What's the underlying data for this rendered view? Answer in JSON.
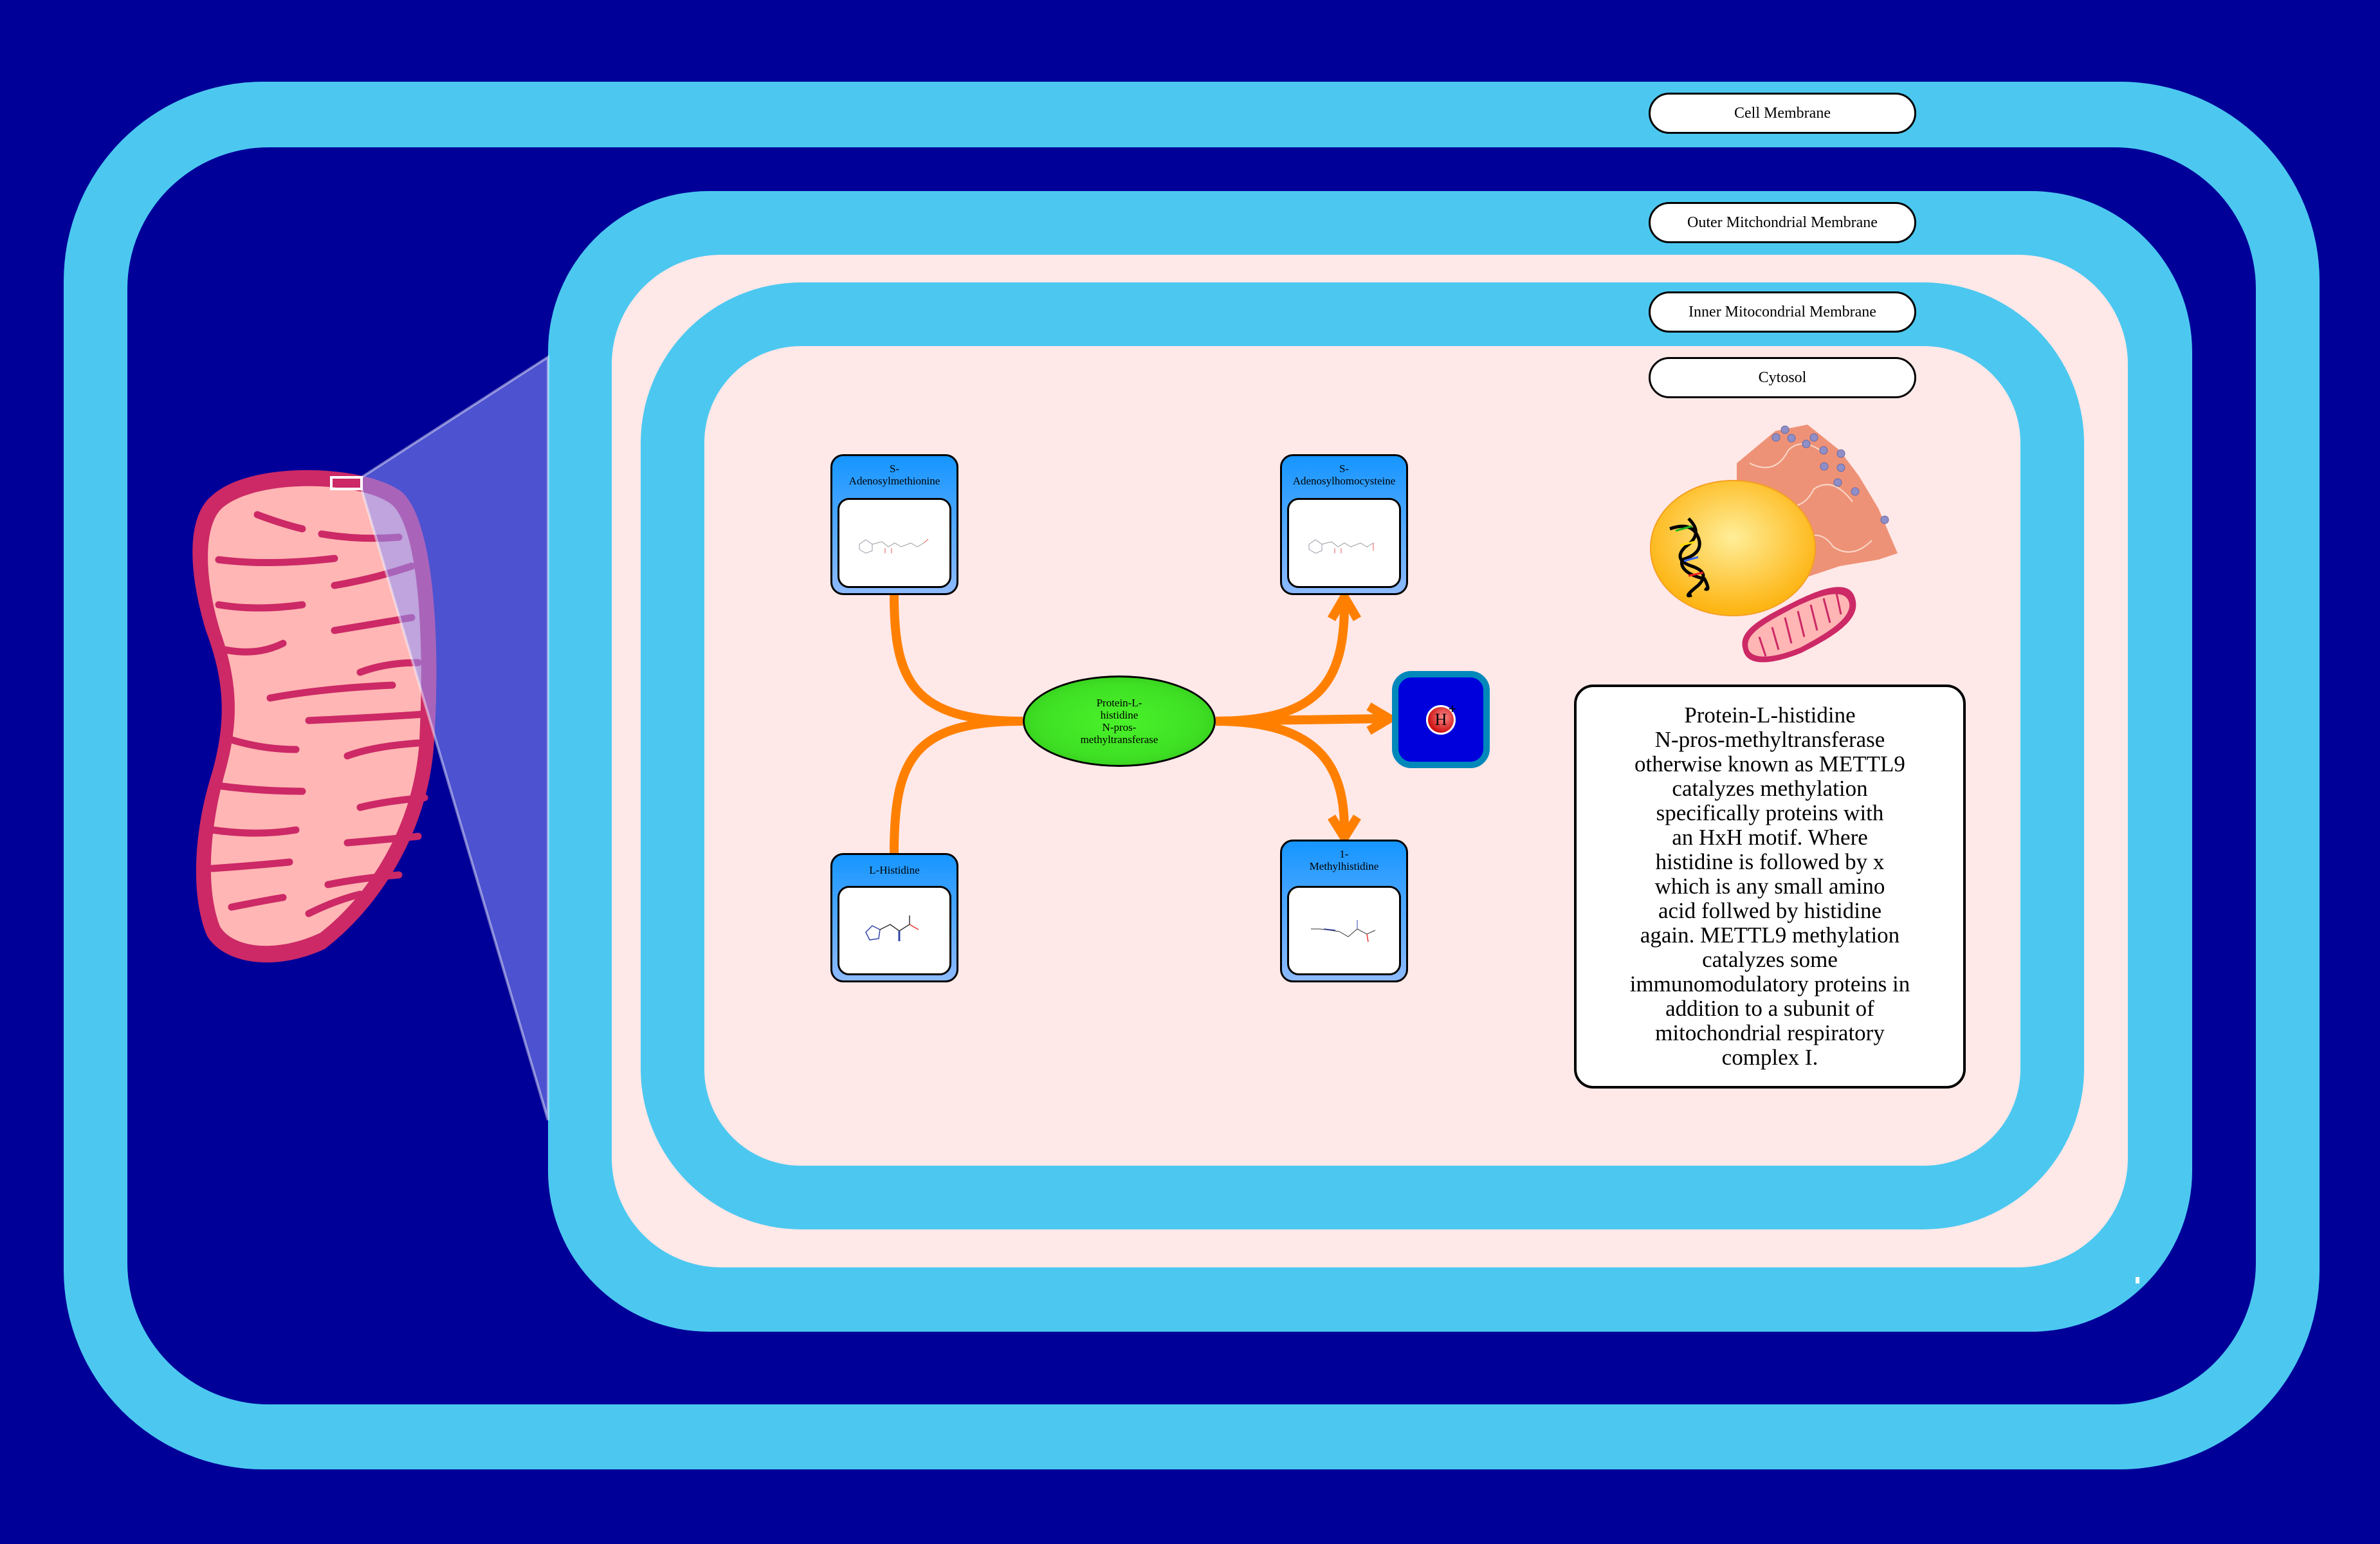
{
  "compartments": {
    "cell_membrane": "Cell Membrane",
    "outer_mito_membrane": "Outer Mitchondrial Membrane",
    "inner_mito_membrane": "Inner Mitocondrial Membrane",
    "cytosol": "Cytosol"
  },
  "enzyme": {
    "line1": "Protein-L-",
    "line2": "histidine",
    "line3": "N-pros-",
    "line4": "methyltransferase"
  },
  "metabolites": {
    "sam": {
      "line1": "S-",
      "line2": "Adenosylmethionine"
    },
    "sah": {
      "line1": "S-",
      "line2": "Adenosylhomocysteine"
    },
    "his": {
      "line1": "L-Histidine"
    },
    "mh": {
      "line1": "1-",
      "line2": "Methylhistidine"
    }
  },
  "proton": {
    "symbol": "H",
    "charge": "+"
  },
  "description": {
    "lines": [
      "Protein-L-histidine",
      "N-pros-methyltransferase",
      "otherwise known as METTL9",
      "catalyzes methylation",
      "specifically proteins with",
      "an HxH motif. Where",
      "histidine is followed by x",
      "which is any small amino",
      "acid follwed by histidine",
      "again. METTL9 methylation",
      "catalyzes some",
      "immunomodulatory proteins in",
      "addition to a subunit of",
      "mitochondrial respiratory",
      "complex I."
    ]
  },
  "colors": {
    "background": "#000099",
    "membrane": "#4CC8F0",
    "lumen": "#FFE8E8",
    "arrow": "#FF8000",
    "enzyme": "#3FE024",
    "metabolite": "#1596FF"
  }
}
